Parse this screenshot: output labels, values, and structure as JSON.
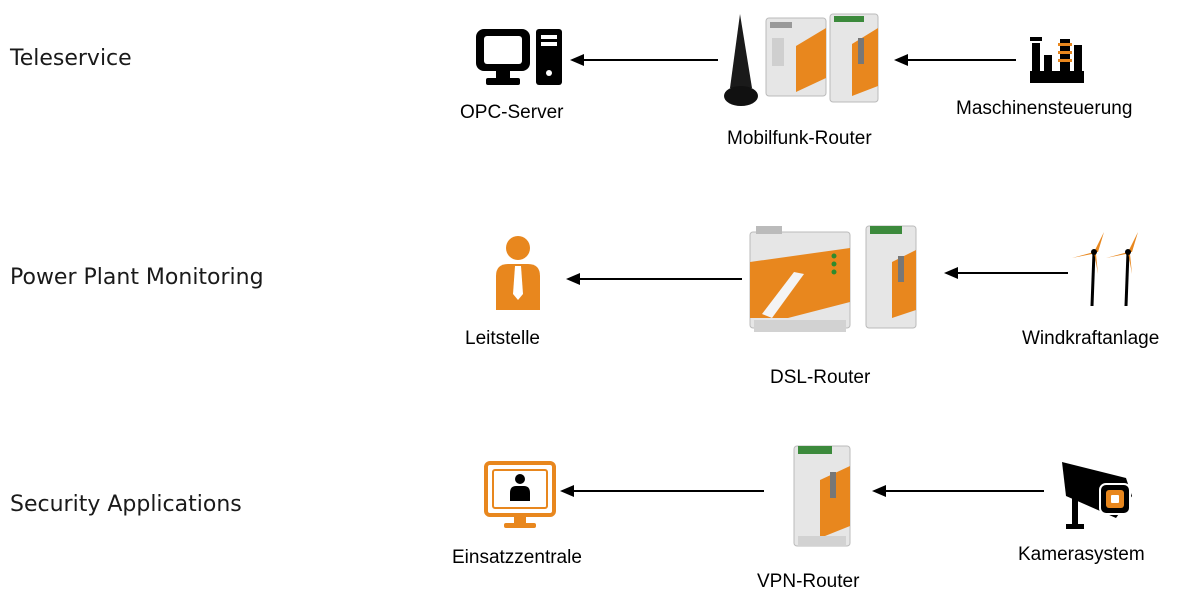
{
  "rows": [
    {
      "label": "Teleservice",
      "target": "OPC-Server",
      "router": "Mobilfunk-Router",
      "source": "Maschinensteuerung"
    },
    {
      "label": "Power Plant Monitoring",
      "target": "Leitstelle",
      "router": "DSL-Router",
      "source": "Windkraftanlage"
    },
    {
      "label": "Security Applications",
      "target": "Einsatzzentrale",
      "router": "VPN-Router",
      "source": "Kamerasystem"
    }
  ],
  "colors": {
    "accent": "#e8871e",
    "device_body": "#e6e6e6",
    "icon": "#000000"
  },
  "icons": {
    "opc_server": "desktop-computer-icon",
    "machine_control": "factory-icon",
    "control_center": "person-icon",
    "wind_turbines": "wind-turbine-icon",
    "dispatch_center": "monitor-person-icon",
    "camera": "security-camera-icon"
  }
}
